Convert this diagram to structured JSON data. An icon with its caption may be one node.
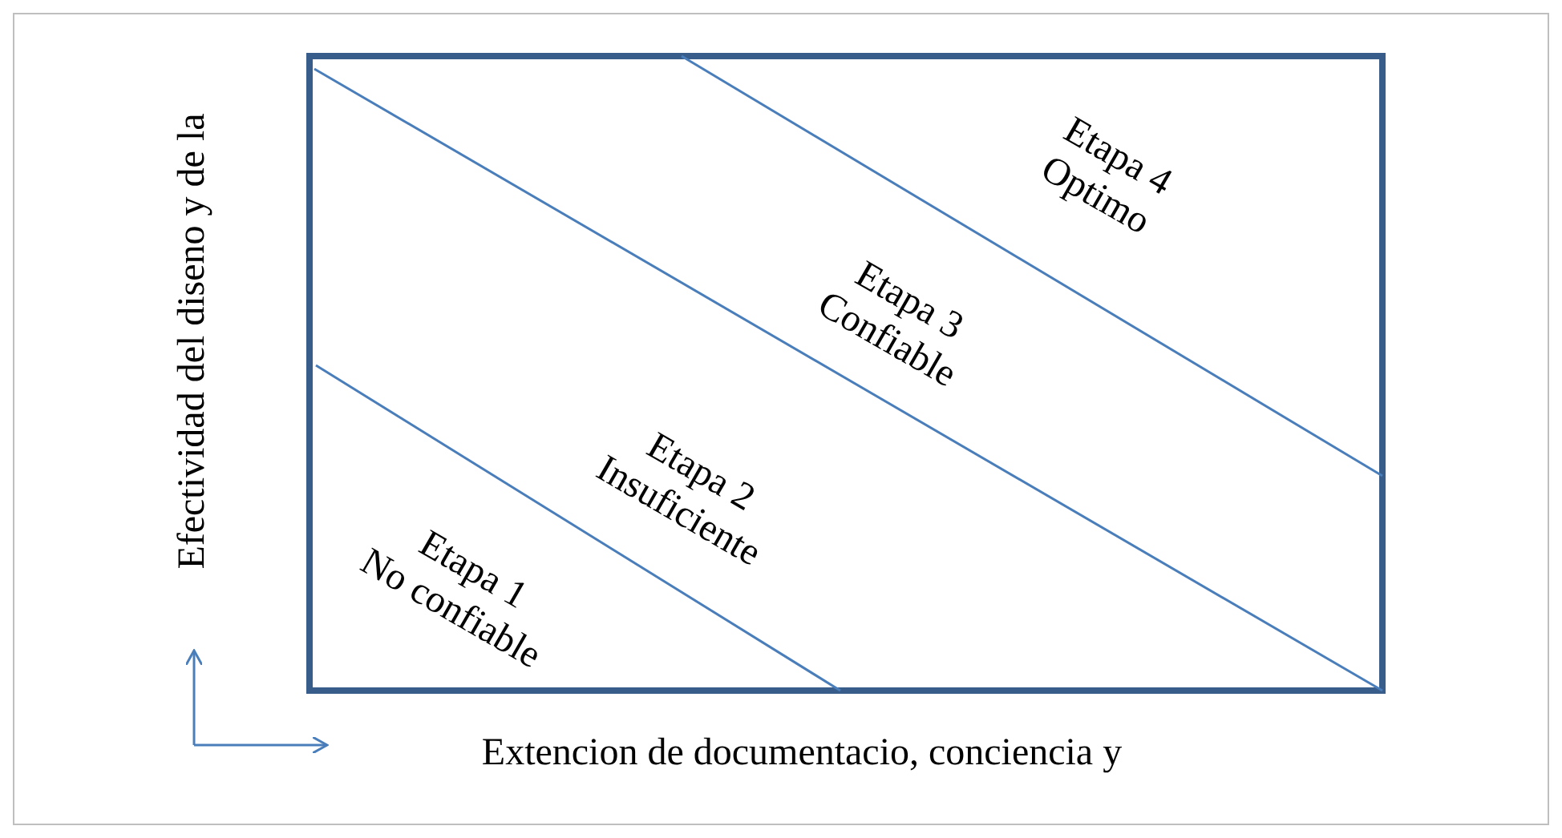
{
  "diagram": {
    "labels": [
      "Efectividad del diseno y de la",
      "Etapa 4",
      "Optimo",
      "Etapa 3",
      "Confiable",
      "Etapa 2",
      "Insuficiente",
      "Etapa 1",
      "No confiable",
      "Extencion de documentacio, conciencia y"
    ]
  }
}
